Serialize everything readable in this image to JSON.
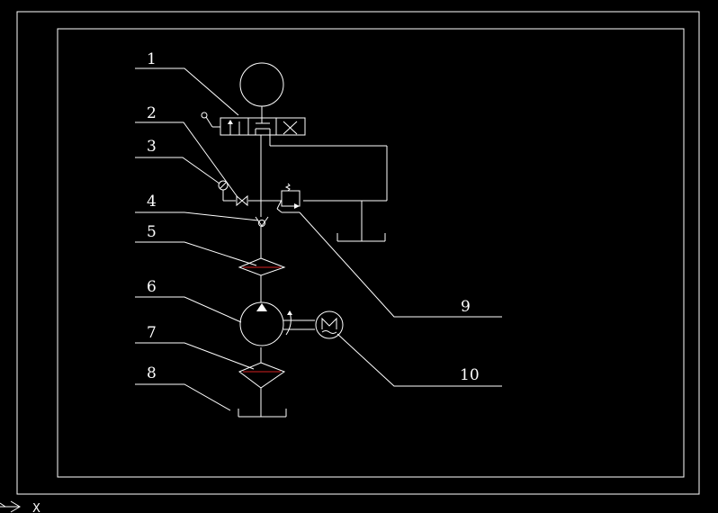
{
  "callouts": {
    "c1": "1",
    "c2": "2",
    "c3": "3",
    "c4": "4",
    "c5": "5",
    "c6": "6",
    "c7": "7",
    "c8": "8",
    "c9": "9",
    "c10": "10"
  },
  "ucs_axis_label": "X",
  "colors": {
    "background": "#000000",
    "linework": "#ffffff",
    "filter_element": "#d42020"
  }
}
